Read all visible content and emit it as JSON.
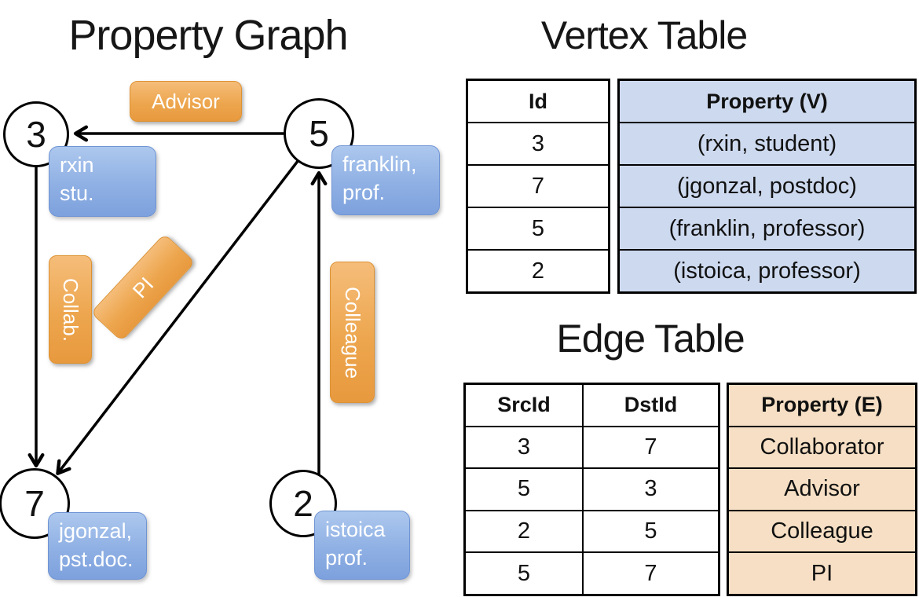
{
  "graph": {
    "title": "Property Graph",
    "nodes": [
      {
        "id": "3"
      },
      {
        "id": "5"
      },
      {
        "id": "7"
      },
      {
        "id": "2"
      }
    ],
    "node_properties": [
      {
        "node": "3",
        "line1": "rxin",
        "line2": "stu."
      },
      {
        "node": "5",
        "line1": "franklin,",
        "line2": "prof."
      },
      {
        "node": "7",
        "line1": "jgonzal,",
        "line2": "pst.doc."
      },
      {
        "node": "2",
        "line1": "istoica",
        "line2": "prof."
      }
    ],
    "edge_labels": [
      {
        "text": "Advisor"
      },
      {
        "text": "Collab."
      },
      {
        "text": "PI"
      },
      {
        "text": "Colleague"
      }
    ],
    "edges": [
      {
        "from": "5",
        "to": "3",
        "label": "Advisor"
      },
      {
        "from": "3",
        "to": "7",
        "label": "Collab."
      },
      {
        "from": "5",
        "to": "7",
        "label": "PI"
      },
      {
        "from": "2",
        "to": "5",
        "label": "Colleague"
      }
    ]
  },
  "vertex_table": {
    "title": "Vertex Table",
    "columns": [
      "Id",
      "Property (V)"
    ],
    "rows": [
      [
        "3",
        "(rxin, student)"
      ],
      [
        "7",
        "(jgonzal, postdoc)"
      ],
      [
        "5",
        "(franklin, professor)"
      ],
      [
        "2",
        "(istoica, professor)"
      ]
    ]
  },
  "edge_table": {
    "title": "Edge Table",
    "columns": [
      "SrcId",
      "DstId",
      "Property (E)"
    ],
    "rows": [
      [
        "3",
        "7",
        "Collaborator"
      ],
      [
        "5",
        "3",
        "Advisor"
      ],
      [
        "2",
        "5",
        "Colleague"
      ],
      [
        "5",
        "7",
        "PI"
      ]
    ]
  },
  "colors": {
    "edge_label_orange": "#e8993e",
    "vertex_box_blue": "#7da1dd",
    "vertex_cell_bg": "#cdd9ee",
    "edge_cell_bg": "#f6dfc4",
    "line_black": "#000000"
  }
}
